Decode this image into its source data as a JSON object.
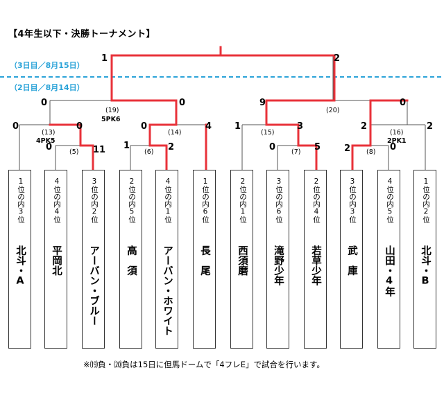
{
  "title": "【4年生以下・決勝トーナメント】",
  "date_label_upper": "（3日目／8月15日）",
  "date_label_lower": "（2日目／8月14日）",
  "colors": {
    "winner_line": "#e8323a",
    "date_line": "#2aa3d8",
    "line": "#555555"
  },
  "teams": [
    {
      "seed": "1位の内3位",
      "name": "北斗・A"
    },
    {
      "seed": "4位の内4位",
      "name": "平岡北"
    },
    {
      "seed": "3位の内2位",
      "name": "アーバン・ブルー"
    },
    {
      "seed": "2位の内5位",
      "name": "高　須"
    },
    {
      "seed": "4位の内1位",
      "name": "アーバン・ホワイト"
    },
    {
      "seed": "1位の内6位",
      "name": "長　尾"
    },
    {
      "seed": "2位の内1位",
      "name": "西須磨"
    },
    {
      "seed": "3位の内6位",
      "name": "滝野少年"
    },
    {
      "seed": "2位の内4位",
      "name": "若草少年"
    },
    {
      "seed": "3位の内3位",
      "name": "武　庫"
    },
    {
      "seed": "4位の内5位",
      "name": "山田・4年"
    },
    {
      "seed": "1位の内2位",
      "name": "北斗・B"
    }
  ],
  "matches": {
    "m5": {
      "no": "(5)",
      "left": "0",
      "right": "11"
    },
    "m6": {
      "no": "(6)",
      "left": "1",
      "right": "2"
    },
    "m7": {
      "no": "(7)",
      "left": "0",
      "right": "5"
    },
    "m8": {
      "no": "(8)",
      "left": "2",
      "right": "0"
    },
    "m13": {
      "no": "(13)",
      "pk": "4PK5",
      "left": "0",
      "right": "0"
    },
    "m14": {
      "no": "(14)",
      "left": "0",
      "right": "4"
    },
    "m15": {
      "no": "(15)",
      "left": "1",
      "right": "3"
    },
    "m16": {
      "no": "(16)",
      "pk": "2PK1",
      "left": "2",
      "right": "2"
    },
    "m19": {
      "no": "(19)",
      "pk": "5PK6",
      "left": "0",
      "right": "0"
    },
    "m20": {
      "no": "(20)",
      "left": "9",
      "right": "0"
    },
    "final": {
      "left": "1",
      "right": "2"
    }
  },
  "note": "※⒆負・⒇負は15日に但馬ドームで「4フレE」で試合を行います。"
}
